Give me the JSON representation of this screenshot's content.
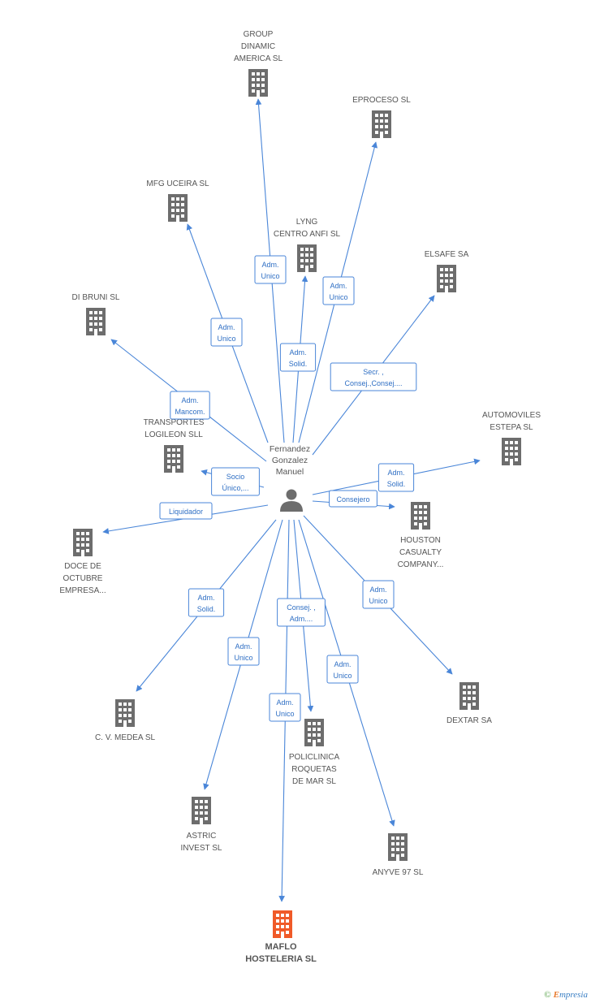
{
  "person": {
    "name_lines": [
      "Fernandez",
      "Gonzalez",
      "Manuel"
    ],
    "icon": "person-icon"
  },
  "companies": [
    {
      "id": "group-dinamic",
      "lines": [
        "GROUP",
        "DINAMIC",
        "AMERICA SL"
      ],
      "icon": "building-icon"
    },
    {
      "id": "eproceso",
      "lines": [
        "EPROCESO SL"
      ],
      "icon": "building-icon"
    },
    {
      "id": "mfg-uceira",
      "lines": [
        "MFG UCEIRA SL"
      ],
      "icon": "building-icon"
    },
    {
      "id": "lyng",
      "lines": [
        "LYNG",
        "CENTRO ANFI SL"
      ],
      "icon": "building-icon"
    },
    {
      "id": "elsafe",
      "lines": [
        "ELSAFE SA"
      ],
      "icon": "building-icon"
    },
    {
      "id": "di-bruni",
      "lines": [
        "DI BRUNI SL"
      ],
      "icon": "building-icon"
    },
    {
      "id": "transportes",
      "lines": [
        "TRANSPORTES",
        "LOGILEON SLL"
      ],
      "icon": "building-icon"
    },
    {
      "id": "automoviles",
      "lines": [
        "AUTOMOVILES",
        "ESTEPA SL"
      ],
      "icon": "building-icon"
    },
    {
      "id": "houston",
      "lines": [
        "HOUSTON",
        "CASUALTY",
        "COMPANY..."
      ],
      "icon": "building-icon"
    },
    {
      "id": "doce",
      "lines": [
        "DOCE DE",
        "OCTUBRE",
        "EMPRESA..."
      ],
      "icon": "building-icon"
    },
    {
      "id": "dexter",
      "lines": [
        "DEXTAR SA"
      ],
      "icon": "building-icon"
    },
    {
      "id": "cv-medea",
      "lines": [
        "C. V. MEDEA SL"
      ],
      "icon": "building-icon"
    },
    {
      "id": "policlinica",
      "lines": [
        "POLICLINICA",
        "ROQUETAS",
        "DE MAR SL"
      ],
      "icon": "building-icon"
    },
    {
      "id": "astric",
      "lines": [
        "ASTRIC",
        "INVEST SL"
      ],
      "icon": "building-icon"
    },
    {
      "id": "anyve",
      "lines": [
        "ANYVE 97 SL"
      ],
      "icon": "building-icon"
    },
    {
      "id": "maflo",
      "lines": [
        "MAFLO",
        "HOSTELERIA SL"
      ],
      "icon": "building-icon",
      "highlight": true
    }
  ],
  "edges": [
    {
      "target": "group-dinamic",
      "label_lines": [
        "Adm.",
        "Unico"
      ]
    },
    {
      "target": "eproceso",
      "label_lines": [
        "Adm.",
        "Unico"
      ]
    },
    {
      "target": "mfg-uceira",
      "label_lines": [
        "Adm.",
        "Unico"
      ]
    },
    {
      "target": "lyng",
      "label_lines": [
        "Adm.",
        "Solid."
      ]
    },
    {
      "target": "elsafe",
      "label_lines": [
        "Secr. ,",
        "Consej.,Consej...."
      ]
    },
    {
      "target": "di-bruni",
      "label_lines": [
        "Adm.",
        "Mancom."
      ]
    },
    {
      "target": "transportes",
      "label_lines": [
        "Socio",
        "Único,..."
      ]
    },
    {
      "target": "automoviles",
      "label_lines": [
        "Adm.",
        "Solid."
      ]
    },
    {
      "target": "houston",
      "label_lines": [
        "Consejero"
      ]
    },
    {
      "target": "doce",
      "label_lines": [
        "Liquidador"
      ]
    },
    {
      "target": "dexter",
      "label_lines": [
        "Adm.",
        "Unico"
      ]
    },
    {
      "target": "cv-medea",
      "label_lines": [
        "Adm.",
        "Solid."
      ]
    },
    {
      "target": "policlinica",
      "label_lines": [
        "Consej. ,",
        "Adm...."
      ]
    },
    {
      "target": "astric",
      "label_lines": [
        "Adm.",
        "Unico"
      ]
    },
    {
      "target": "anyve",
      "label_lines": [
        "Adm.",
        "Unico"
      ]
    },
    {
      "target": "maflo",
      "label_lines": [
        "Adm.",
        "Unico"
      ]
    }
  ],
  "colors": {
    "edge": "#4a86d8",
    "building": "#6d6d6d",
    "building_highlight": "#f05a28",
    "person": "#6d6d6d"
  },
  "watermark": {
    "copyright": "©",
    "brand_initial": "E",
    "brand_rest": "mpresia"
  }
}
